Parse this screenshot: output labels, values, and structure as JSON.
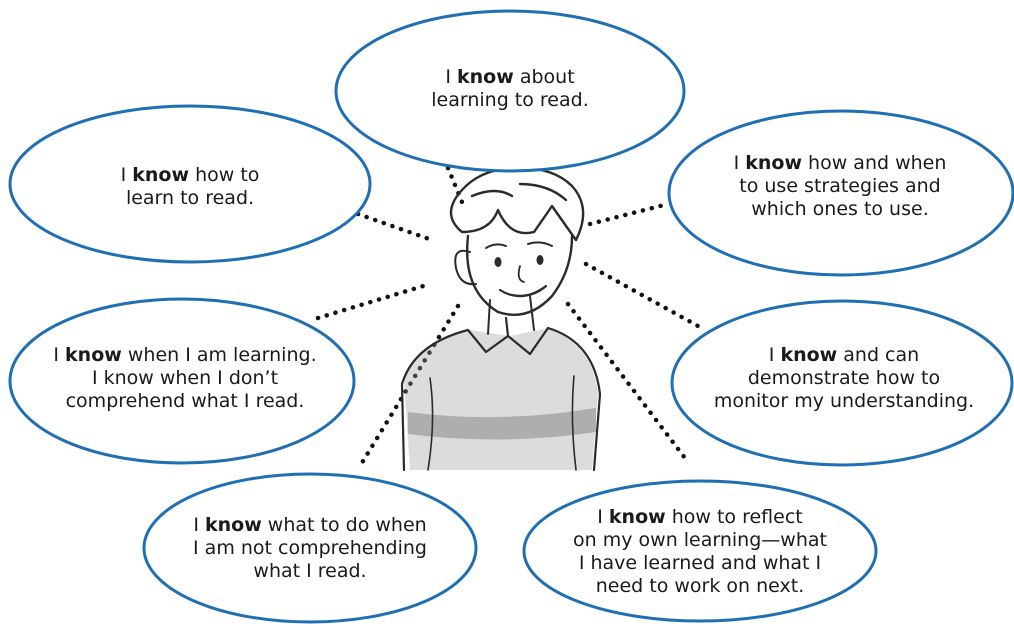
{
  "bubbles": [
    {
      "id": "top-center",
      "lines": [
        [
          {
            "t": "I "
          },
          {
            "t": "know",
            "b": true
          },
          {
            "t": " about"
          }
        ],
        [
          {
            "t": "learning to read."
          }
        ]
      ]
    },
    {
      "id": "top-left",
      "lines": [
        [
          {
            "t": "I "
          },
          {
            "t": "know",
            "b": true
          },
          {
            "t": " how to"
          }
        ],
        [
          {
            "t": "learn to read."
          }
        ]
      ]
    },
    {
      "id": "top-right",
      "lines": [
        [
          {
            "t": "I "
          },
          {
            "t": "know",
            "b": true
          },
          {
            "t": " how and when"
          }
        ],
        [
          {
            "t": "to use strategies and"
          }
        ],
        [
          {
            "t": "which ones to use."
          }
        ]
      ]
    },
    {
      "id": "middle-left",
      "lines": [
        [
          {
            "t": "I "
          },
          {
            "t": "know",
            "b": true
          },
          {
            "t": " when I am learning."
          }
        ],
        [
          {
            "t": "I know when I don’t"
          }
        ],
        [
          {
            "t": "comprehend what I read."
          }
        ]
      ]
    },
    {
      "id": "middle-right",
      "lines": [
        [
          {
            "t": "I "
          },
          {
            "t": "know",
            "b": true
          },
          {
            "t": " and can"
          }
        ],
        [
          {
            "t": "demonstrate how to"
          }
        ],
        [
          {
            "t": "monitor my understanding."
          }
        ]
      ]
    },
    {
      "id": "bottom-left",
      "lines": [
        [
          {
            "t": "I "
          },
          {
            "t": "know",
            "b": true
          },
          {
            "t": " what to do when"
          }
        ],
        [
          {
            "t": "I am not comprehending"
          }
        ],
        [
          {
            "t": "what I read."
          }
        ]
      ]
    },
    {
      "id": "bottom-right",
      "lines": [
        [
          {
            "t": "I "
          },
          {
            "t": "know",
            "b": true
          },
          {
            "t": " how to reflect"
          }
        ],
        [
          {
            "t": "on my own learning—what"
          }
        ],
        [
          {
            "t": "I have learned and what I"
          }
        ],
        [
          {
            "t": "need to work on next."
          }
        ]
      ]
    }
  ],
  "colors": {
    "bubble_stroke": "#1f6fb2",
    "dots": "#111111",
    "sketch": "#2b2b2b",
    "shade": "#9a9a9a"
  }
}
